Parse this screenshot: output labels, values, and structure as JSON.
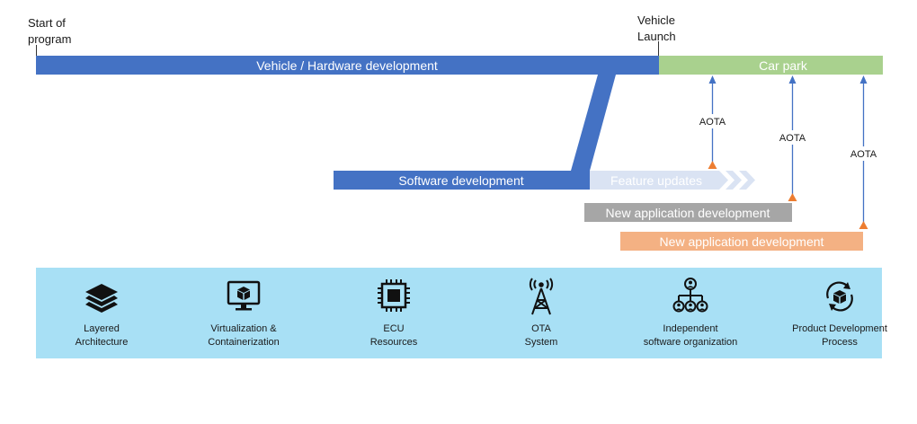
{
  "timeline": {
    "start_label": [
      "Start of",
      "program"
    ],
    "launch_label": [
      "Vehicle",
      "Launch"
    ]
  },
  "bars": {
    "vehicle": "Vehicle / Hardware development",
    "car_park": "Car park",
    "software": "Software development",
    "feature_updates": "Feature updates",
    "new_app_1": "New application development",
    "new_app_2": "New application development"
  },
  "aota_label": "AOTA",
  "colors": {
    "blue": "#4472c4",
    "green": "#a9d18e",
    "light_blue": "#dae3f3",
    "gray": "#a6a6a6",
    "orange": "#f4b183",
    "marker": "#ed7d31",
    "panel": "#a8e0f5"
  },
  "enablers": [
    {
      "icon": "layers-icon",
      "line1": "Layered",
      "line2": "Architecture"
    },
    {
      "icon": "monitor-package-icon",
      "line1": "Virtualization &",
      "line2": "Containerization"
    },
    {
      "icon": "chip-icon",
      "line1": "ECU",
      "line2": "Resources"
    },
    {
      "icon": "antenna-tower-icon",
      "line1": "OTA",
      "line2": "System"
    },
    {
      "icon": "org-chart-icon",
      "line1": "Independent",
      "line2": "software organization"
    },
    {
      "icon": "package-cycle-icon",
      "line1": "Product Development",
      "line2": "Process"
    }
  ]
}
